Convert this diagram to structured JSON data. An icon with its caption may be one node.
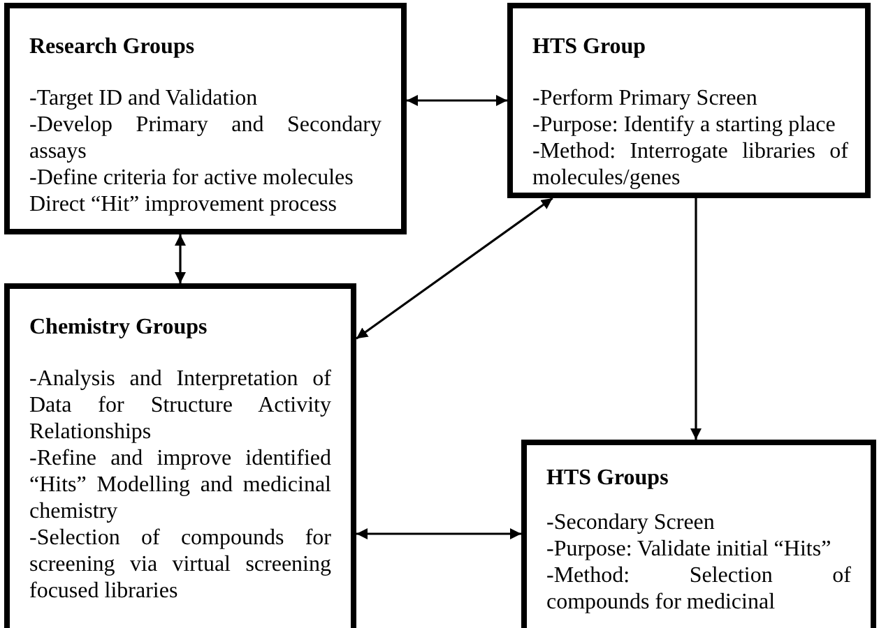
{
  "diagram": {
    "nodes": [
      {
        "text": [
          "Research Groups",
          "-Target ID and Validation",
          "-Develop Primary and Secondary assays",
          "-Define criteria for active molecules",
          "Direct “Hit” improvement process"
        ]
      },
      {
        "text": [
          "HTS Group",
          "-Perform Primary Screen",
          "-Purpose: Identify a starting place",
          "-Method: Interrogate libraries of molecules/genes"
        ]
      },
      {
        "text": [
          "Chemistry Groups",
          "-Analysis and Interpretation of Data for Structure Activity Relationships",
          "-Refine and improve identified “Hits” Modelling and medicinal chemistry",
          "-Selection of compounds for screening via virtual screening focused libraries"
        ]
      },
      {
        "text": [
          "HTS Groups",
          "-Secondary Screen",
          "-Purpose: Validate initial “Hits”",
          "-Method: Selection of compounds for medicinal"
        ]
      }
    ],
    "edges": [
      {
        "from": 0,
        "to": 1,
        "arrow": "both"
      },
      {
        "from": 0,
        "to": 2,
        "arrow": "both"
      },
      {
        "from": 1,
        "to": 2,
        "arrow": "both"
      },
      {
        "from": 1,
        "to": 3,
        "arrow": "to"
      },
      {
        "from": 2,
        "to": 3,
        "arrow": "both"
      }
    ]
  }
}
